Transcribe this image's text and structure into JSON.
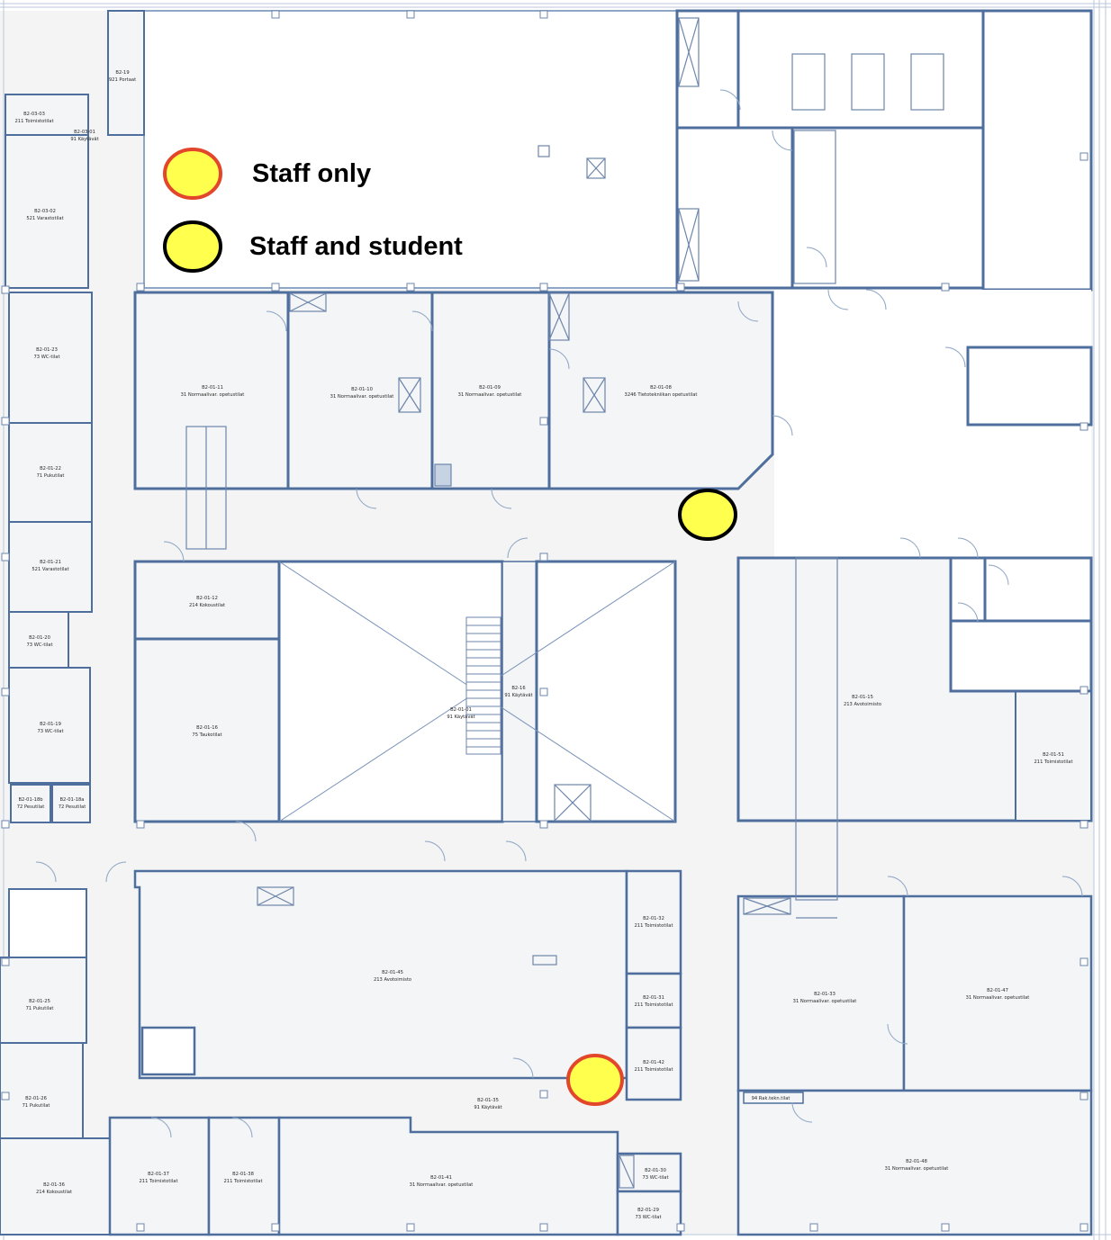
{
  "legend": {
    "staff_only_label": "Staff only",
    "staff_and_student_label": "Staff and student"
  },
  "colors": {
    "marker_fill": "#ffff4d",
    "staff_only_outline": "#e2462b",
    "staff_student_outline": "#000000",
    "wall": "#5a7aa8",
    "room_fill": "#f4f5f6",
    "corridor": "#f4f4f4"
  },
  "rooms": {
    "r_b2_19": {
      "code": "B2-19",
      "type": "921 Portaat"
    },
    "r_b2_03_03": {
      "code": "B2-03-03",
      "type": "211 Toimistotilat"
    },
    "r_b2_03_01": {
      "code": "B2-03-01",
      "type": "91 Käytävät"
    },
    "r_b2_03_02": {
      "code": "B2-03-02",
      "type": "521 Varastotilat"
    },
    "r_b2_01_23": {
      "code": "B2-01-23",
      "type": "73 WC-tilat"
    },
    "r_b2_01_11": {
      "code": "B2-01-11",
      "type": "31 Normaalivar. opetustilat"
    },
    "r_b2_01_10": {
      "code": "B2-01-10",
      "type": "31 Normaalivar. opetustilat"
    },
    "r_b2_01_09": {
      "code": "B2-01-09",
      "type": "31 Normaalivar. opetustilat"
    },
    "r_b2_01_08": {
      "code": "B2-01-08",
      "type": "3246 Tietotekniikan opetustilat"
    },
    "r_b2_01_22": {
      "code": "B2-01-22",
      "type": "71 Pukutilat"
    },
    "r_b2_01_21": {
      "code": "B2-01-21",
      "type": "521 Varastotilat"
    },
    "r_b2_01_12": {
      "code": "B2-01-12",
      "type": "214 Kokoustilat"
    },
    "r_b2_01_20": {
      "code": "B2-01-20",
      "type": "73 WC-tilat"
    },
    "r_b2_16": {
      "code": "B2-16",
      "type": "91 Käytävät"
    },
    "r_b2_01_01": {
      "code": "B2-01-01",
      "type": "91 Käytävät"
    },
    "r_b2_01_15": {
      "code": "B2-01-15",
      "type": "213 Avotoimisto"
    },
    "r_b2_01_16": {
      "code": "B2-01-16",
      "type": "75 Taukotilat"
    },
    "r_b2_01_19": {
      "code": "B2-01-19",
      "type": "73 WC-tilat"
    },
    "r_b2_01_51": {
      "code": "B2-01-51",
      "type": "211 Toimistotilat"
    },
    "r_b2_01_18b": {
      "code": "B2-01-18b",
      "type": "72 Pesutilat"
    },
    "r_b2_01_18a": {
      "code": "B2-01-18a",
      "type": "72 Pesutilat"
    },
    "r_b2_01_32": {
      "code": "B2-01-32",
      "type": "211 Toimistotilat"
    },
    "r_b2_01_45": {
      "code": "B2-01-45",
      "type": "213 Avotoimisto"
    },
    "r_b2_01_31": {
      "code": "B2-01-31",
      "type": "211 Toimistotilat"
    },
    "r_b2_01_33": {
      "code": "B2-01-33",
      "type": "31 Normaalivar. opetustilat"
    },
    "r_b2_01_47": {
      "code": "B2-01-47",
      "type": "31 Normaalivar. opetustilat"
    },
    "r_b2_01_25": {
      "code": "B2-01-25",
      "type": "71 Pukutilat"
    },
    "r_b2_01_42": {
      "code": "B2-01-42",
      "type": "211 Toimistotilat"
    },
    "r_b2_01_26": {
      "code": "B2-01-26",
      "type": "71 Pukutilat"
    },
    "r_b2_01_35": {
      "code": "B2-01-35",
      "type": "91 Käytävät"
    },
    "r_b2_01_48": {
      "code": "B2-01-48",
      "type": "31 Normaalivar. opetustilat"
    },
    "r_b2_01_37": {
      "code": "B2-01-37",
      "type": "211 Toimistotilat"
    },
    "r_b2_01_38": {
      "code": "B2-01-38",
      "type": "211 Toimistotilat"
    },
    "r_b2_01_41": {
      "code": "B2-01-41",
      "type": "31 Normaalivar. opetustilat"
    },
    "r_b2_01_30": {
      "code": "B2-01-30",
      "type": "73 WC-tilat"
    },
    "r_b2_01_36": {
      "code": "B2-01-36",
      "type": "214 Kokoustilat"
    },
    "r_b2_01_29": {
      "code": "B2-01-29",
      "type": "73 WC-tilat"
    },
    "r_94": {
      "code": "",
      "type": "94 Rak.tekn.tilat"
    }
  }
}
